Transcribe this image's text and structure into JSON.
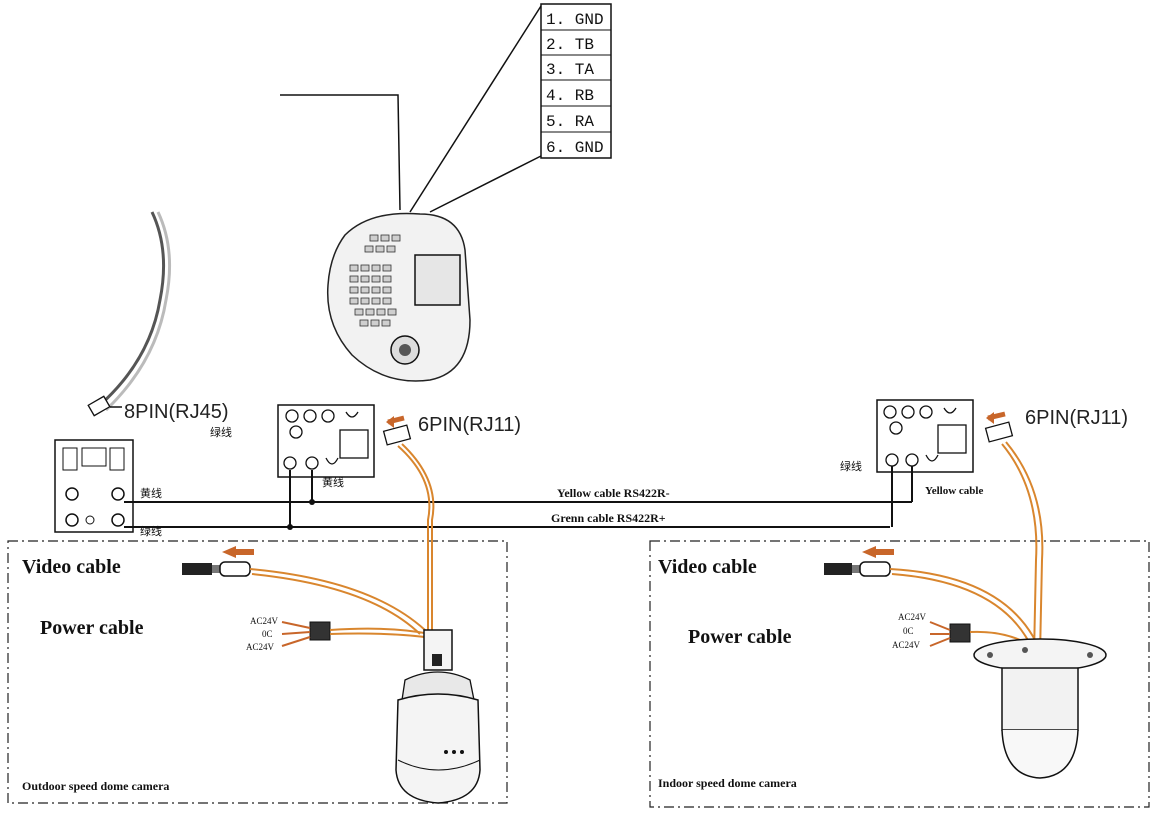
{
  "pin_list": [
    "1. GND",
    "2. TB",
    "3. TA",
    "4. RB",
    "5. RA",
    "6. GND"
  ],
  "connectors": {
    "rj45": "8PIN(RJ45)",
    "rj11_left": "6PIN(RJ11)",
    "rj11_right": "6PIN(RJ11)"
  },
  "cables": {
    "yellow_main": "Yellow cable RS422R-",
    "green_main": "Grenn cable RS422R+",
    "yellow_right": "Yellow cable"
  },
  "outdoor": {
    "video_label": "Video cable",
    "power_label": "Power cable",
    "camera_label": "Outdoor speed dome camera",
    "power_terminals": [
      "AC24V",
      "0C",
      "AC24V"
    ]
  },
  "indoor": {
    "video_label": "Video cable",
    "power_label": "Power cable",
    "camera_label": "Indoor speed dome camera",
    "power_terminals": [
      "AC24V",
      "0C",
      "AC24V"
    ]
  },
  "chinese_labels": {
    "junction_yellow": "黄线",
    "junction_green": "绿线",
    "box_left": "绿线",
    "box_left_yellow": "黄线",
    "box_right": "绿线"
  },
  "colors": {
    "cable_orange": "#d9862e",
    "cable_light": "#e8b070",
    "arrow": "#c8662a",
    "line": "#111111"
  }
}
